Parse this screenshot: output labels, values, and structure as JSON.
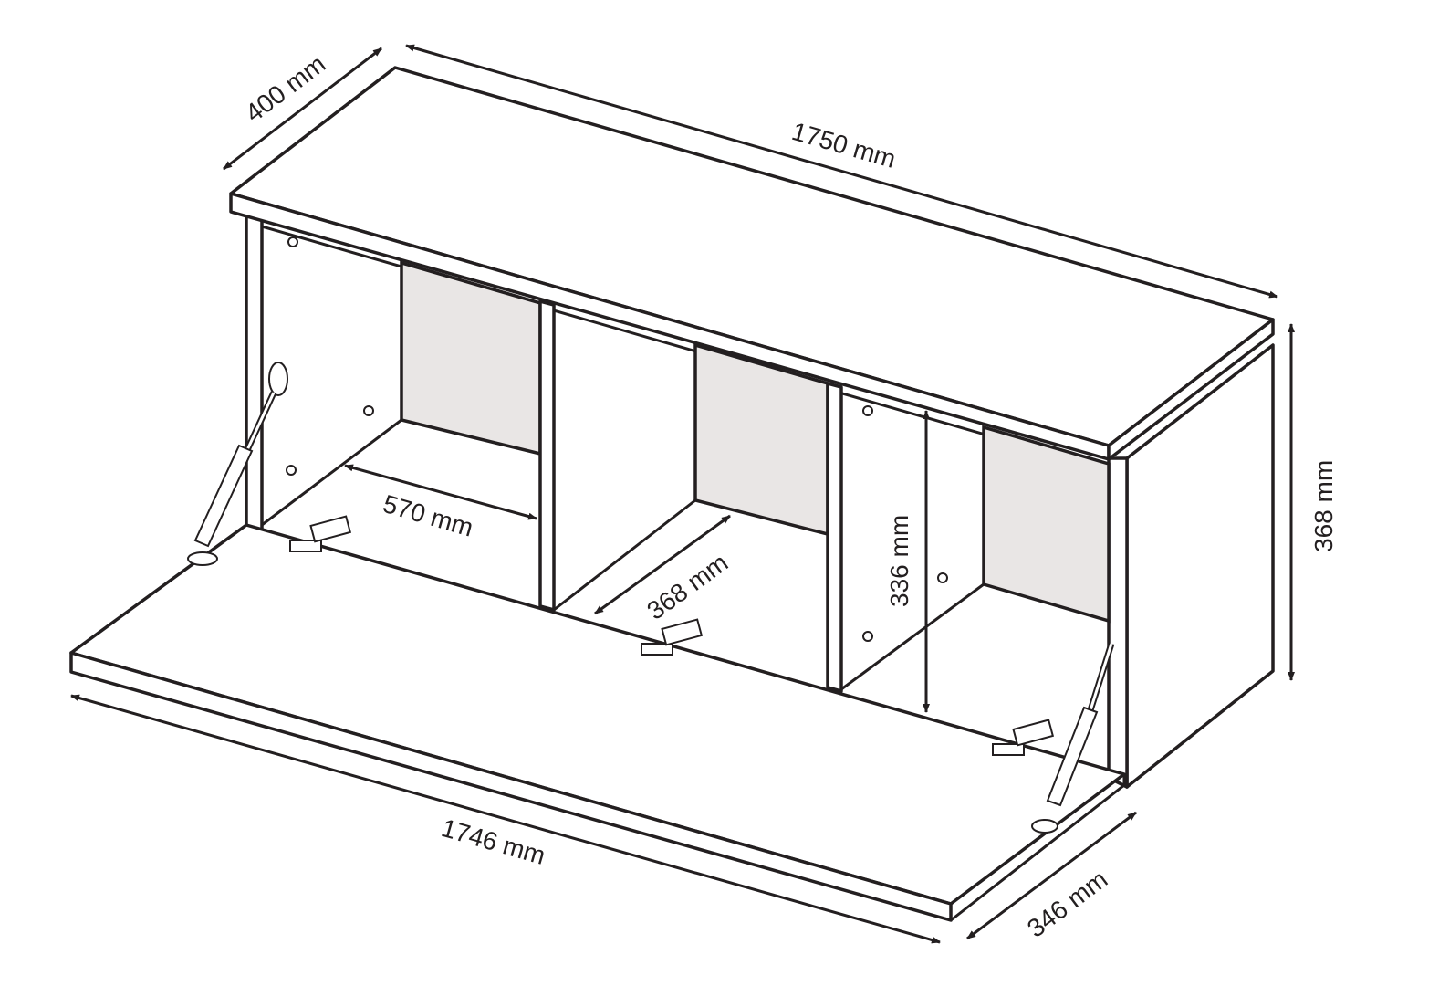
{
  "title": "Wall cabinet with flap door - dimensions",
  "dimensions": {
    "depth_top": "400 mm",
    "width_top": "1750 mm",
    "height_outer": "368 mm",
    "width_flap": "1746 mm",
    "depth_flap": "346 mm",
    "compartment_width": "570 mm",
    "compartment_depth": "368 mm",
    "compartment_height": "336 mm"
  },
  "colors": {
    "line": "#231f20",
    "back_panel": "#e9e6e5"
  }
}
